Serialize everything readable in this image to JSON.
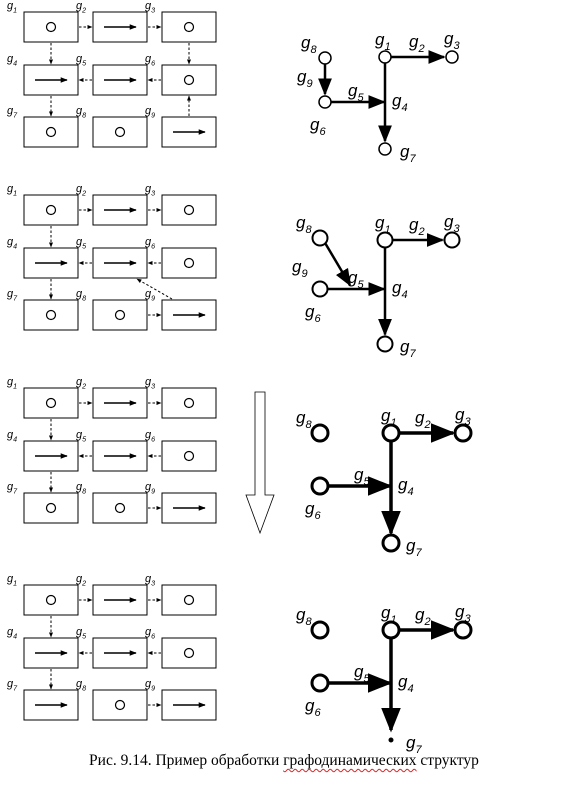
{
  "caption": {
    "prefix": "Рис. 9.14. Пример обработки ",
    "underlined": "графодинамических",
    "suffix": " структур"
  },
  "colors": {
    "ink": "#000000",
    "spellcheck_underline": "#dd2222"
  },
  "grid_labels": [
    "g1",
    "g2",
    "g3",
    "g4",
    "g5",
    "g6",
    "g7",
    "g8",
    "g9"
  ],
  "graph_labels": [
    "g1",
    "g2",
    "g3",
    "g4",
    "g5",
    "g6",
    "g7",
    "g8",
    "g9"
  ],
  "panels": [
    {
      "cells": [
        "circle",
        "arrow",
        "circle",
        "arrow",
        "arrow",
        "circle",
        "circle",
        "circle",
        "arrow"
      ],
      "links": [
        [
          "g1",
          "g2",
          "dashed"
        ],
        [
          "g2",
          "g3",
          "dashed"
        ],
        [
          "g1",
          "g4",
          "dashed"
        ],
        [
          "g6",
          "g5",
          "dashed"
        ],
        [
          "g5",
          "g4",
          "dashed"
        ],
        [
          "g3",
          "g6",
          "dashed"
        ],
        [
          "g4",
          "g7",
          "dashed"
        ],
        [
          "g9",
          "g6",
          "dashed"
        ]
      ],
      "nodes": {
        "g1": "small",
        "g3": "small",
        "g6": "small",
        "g7": "small",
        "g8": "small"
      },
      "edges": [
        [
          "g1",
          "g2"
        ],
        [
          "g1",
          "g4"
        ],
        [
          "g6",
          "g5"
        ],
        [
          "g8",
          "g9"
        ]
      ]
    },
    {
      "cells": [
        "circle",
        "arrow",
        "circle",
        "arrow",
        "arrow",
        "circle",
        "circle",
        "circle",
        "arrow"
      ],
      "links": [
        [
          "g1",
          "g2",
          "dashed"
        ],
        [
          "g2",
          "g3",
          "dashed"
        ],
        [
          "g1",
          "g4",
          "dashed"
        ],
        [
          "g6",
          "g5",
          "dashed"
        ],
        [
          "g5",
          "g4",
          "dashed"
        ],
        [
          "g9",
          "g5",
          "dashed"
        ],
        [
          "g4",
          "g7",
          "dashed"
        ],
        [
          "g8",
          "g9",
          "dashed"
        ]
      ],
      "nodes": {
        "g1": "medium",
        "g3": "medium",
        "g6": "medium",
        "g7": "medium",
        "g8": "medium"
      },
      "edges": [
        [
          "g1",
          "g2"
        ],
        [
          "g1",
          "g4"
        ],
        [
          "g6",
          "g5"
        ],
        [
          "g8",
          "g5"
        ]
      ]
    },
    {
      "cells": [
        "circle",
        "arrow",
        "circle",
        "arrow",
        "arrow",
        "circle",
        "circle",
        "circle",
        "arrow"
      ],
      "links": [
        [
          "g1",
          "g2",
          "dashed"
        ],
        [
          "g2",
          "g3",
          "dashed"
        ],
        [
          "g1",
          "g4",
          "dashed"
        ],
        [
          "g6",
          "g5",
          "dashed"
        ],
        [
          "g5",
          "g4",
          "dashed"
        ],
        [
          "g4",
          "g7",
          "dashed"
        ],
        [
          "g8",
          "g9",
          "dashed"
        ]
      ],
      "nodes": {
        "g1": "large",
        "g3": "large",
        "g6": "large",
        "g7": "large",
        "g8": "large"
      },
      "edges": [
        [
          "g1",
          "g2"
        ],
        [
          "g1",
          "g4"
        ],
        [
          "g6",
          "g5"
        ]
      ]
    },
    {
      "cells": [
        "circle",
        "arrow",
        "circle",
        "arrow",
        "arrow",
        "circle",
        "arrow",
        "circle",
        "arrow"
      ],
      "links": [
        [
          "g1",
          "g2",
          "dashed"
        ],
        [
          "g2",
          "g3",
          "dashed"
        ],
        [
          "g1",
          "g4",
          "dashed"
        ],
        [
          "g6",
          "g5",
          "dashed"
        ],
        [
          "g5",
          "g4",
          "dashed"
        ],
        [
          "g4",
          "g7",
          "dashed"
        ],
        [
          "g8",
          "g9",
          "dashed"
        ]
      ],
      "nodes": {
        "g1": "large",
        "g3": "large",
        "g6": "large",
        "g7": "dot",
        "g8": "large"
      },
      "edges": [
        [
          "g1",
          "g2"
        ],
        [
          "g1",
          "g4"
        ],
        [
          "g6",
          "g5"
        ]
      ]
    }
  ],
  "transition_arrow": "down"
}
